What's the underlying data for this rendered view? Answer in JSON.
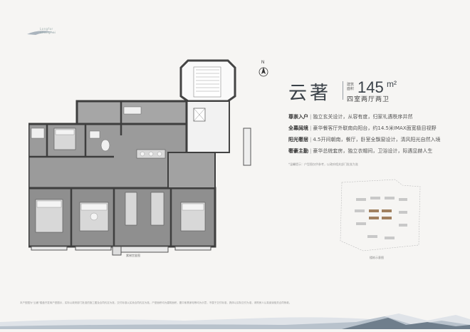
{
  "logo": {
    "line1": "Longfor",
    "line2": "Shanghai"
  },
  "compass": {
    "label": "N"
  },
  "title": "云著",
  "area": {
    "label": "建筑面积",
    "value": "145",
    "unit": "m²"
  },
  "layout": "四室两厅两卫",
  "features": [
    {
      "key": "尊崇入户",
      "text": "独立玄关设计，从容有度，归家礼遇秩序井然"
    },
    {
      "key": "全幕阔境",
      "text": "豪华餐客厅外联南向阳台，约14.5米IMAX面宽极目视野"
    },
    {
      "key": "阳光奢居",
      "text": "4.5开间朝南，餐厅，卧室全飘窗设计，清风阳光自然入境"
    },
    {
      "key": "奢豪主勤",
      "text": "豪华总统套房，独立衣帽间，卫浴设计，际遇显赫人生"
    }
  ],
  "note": "*温馨提示：户型图仅供参考，以政府相关部门批准为准",
  "plan_caption": "紫梯宫鉴图",
  "site_caption": "楼栋示意图",
  "disclaimer": "本户型图为\"云著\"楼盘开发商户型图示，实际以政府部门批准的施工图及合同约定为准，交付标准以买卖合同约定为准。户型面积均为建筑面积，图中家具家电等均为示意，不属于交付标准，具体以实际交付为准，请购房人认真阅读相关合同条款。",
  "colors": {
    "background": "#f6f5f3",
    "floor": "#9a9a9a",
    "wall": "#4a4a4a",
    "accent": "#3a4148"
  }
}
